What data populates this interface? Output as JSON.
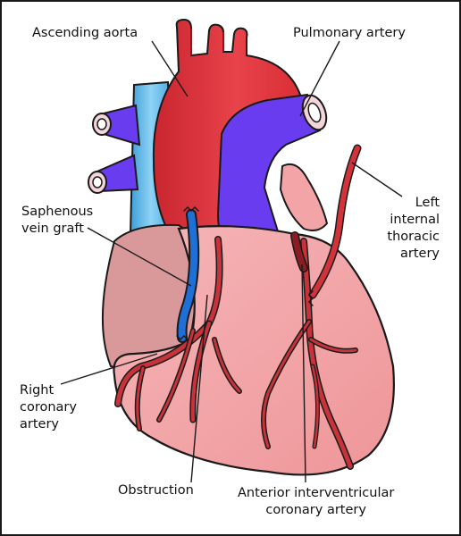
{
  "labels": {
    "ascending_aorta": "Ascending aorta",
    "pulmonary_artery": "Pulmonary artery",
    "saphenous_vein_graft": [
      "Saphenous",
      "vein graft"
    ],
    "left_internal_thoracic_artery": [
      "Left",
      "internal",
      "thoracic",
      "artery"
    ],
    "right_coronary_artery": [
      "Right",
      "coronary",
      "artery"
    ],
    "obstruction": "Obstruction",
    "anterior_interventricular_coronary_artery": [
      "Anterior interventricular",
      "coronary artery"
    ]
  },
  "colors": {
    "aorta": "#e0343c",
    "pulmonary_artery": "#6a3cf0",
    "vena_cava": "#5fb8e6",
    "heart_muscle": "#f2a4a6",
    "heart_shadow": "#d98a8e",
    "right_atrium": "#d9999b",
    "coronary_vessel": "#c8323a",
    "vein_graft": "#1e6fd6",
    "outline": "#1a1a1a"
  }
}
